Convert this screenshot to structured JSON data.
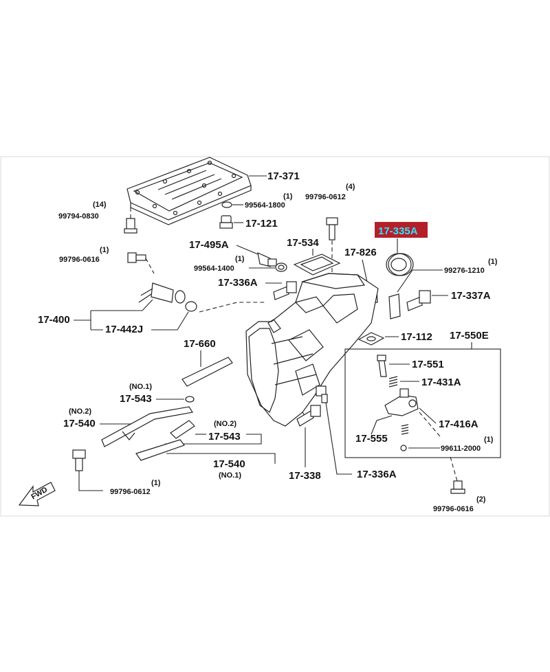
{
  "diagram": {
    "parts": {
      "p17371": "17-371",
      "p99794": "99794-0830",
      "q99794": "(14)",
      "p99564a": "99564-1800",
      "q99564a": "(1)",
      "p99796b": "99796-0612",
      "q99796b": "(4)",
      "p17121": "17-121",
      "p17335A": "17-335A",
      "p17495A": "17-495A",
      "p17534": "17-534",
      "p17826": "17-826",
      "p99276": "99276-1210",
      "q99276": "(1)",
      "p99796a": "99796-0616",
      "q99796a": "(1)",
      "p99564b": "99564-1400",
      "q99564b": "(1)",
      "p17336A1": "17-336A",
      "p17337A": "17-337A",
      "p17400": "17-400",
      "p17442J": "17-442J",
      "p17112": "17-112",
      "p17550E": "17-550E",
      "p17660": "17-660",
      "p17551": "17-551",
      "q17543a": "(NO.1)",
      "p17543a": "17-543",
      "p17431A": "17-431A",
      "q17540a": "(NO.2)",
      "p17540a": "17-540",
      "q17543b": "(NO.2)",
      "p17543b": "17-543",
      "p17416A": "17-416A",
      "p17555": "17-555",
      "p99611": "99611-2000",
      "q99611": "(1)",
      "p17540b": "17-540",
      "q17540b": "(NO.1)",
      "p17338": "17-338",
      "p17336A2": "17-336A",
      "p99796c": "99796-0612",
      "q99796c": "(1)",
      "p99796d": "99796-0616",
      "q99796d": "(2)",
      "fwd": "FWD"
    },
    "highlight_color": "#b3202a",
    "highlight_text_color": "#2fe4ff"
  }
}
